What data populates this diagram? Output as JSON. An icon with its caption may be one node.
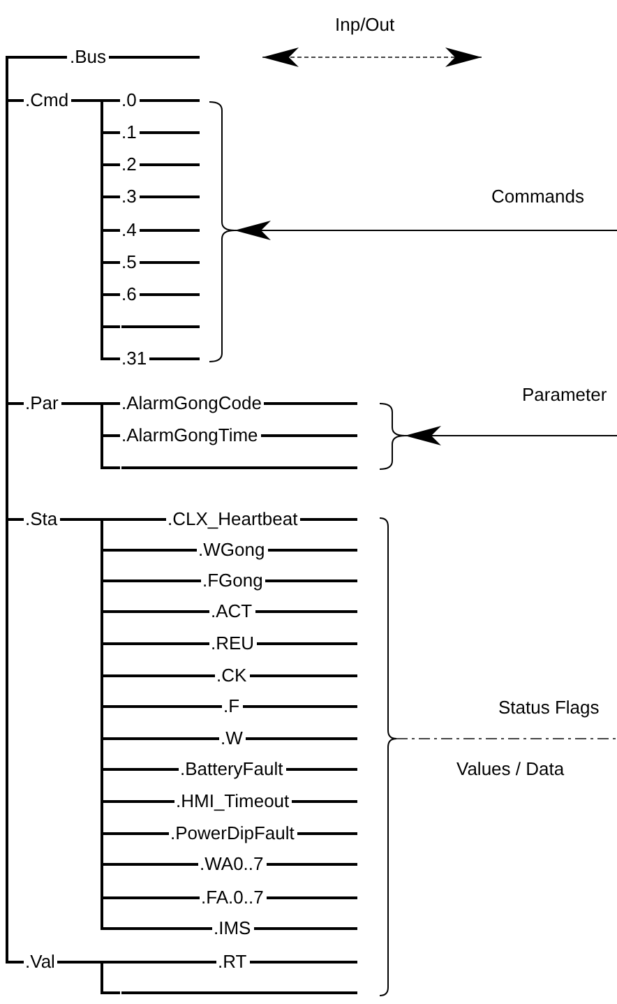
{
  "diagram": {
    "nodes": [
      {
        "text": [
          ".Bus"
        ]
      },
      {
        "text": [
          ".Cmd"
        ]
      },
      {
        "text": [
          ".0"
        ]
      },
      {
        "text": [
          ".1"
        ]
      },
      {
        "text": [
          ".2"
        ]
      },
      {
        "text": [
          ".3"
        ]
      },
      {
        "text": [
          ".4"
        ]
      },
      {
        "text": [
          ".5"
        ]
      },
      {
        "text": [
          ".6"
        ]
      },
      {
        "text": [],
        "shape": "line"
      },
      {
        "text": [
          ".31"
        ]
      },
      {
        "text": [
          ".Par"
        ]
      },
      {
        "text": [
          ".AlarmGongCode"
        ]
      },
      {
        "text": [
          ".AlarmGongTime"
        ]
      },
      {
        "text": [],
        "shape": "line"
      },
      {
        "text": [
          ".Sta"
        ]
      },
      {
        "text": [
          ".CLX_Heartbeat"
        ]
      },
      {
        "text": [
          ".WGong"
        ]
      },
      {
        "text": [
          ".FGong"
        ]
      },
      {
        "text": [
          ".ACT"
        ]
      },
      {
        "text": [
          ".REU"
        ]
      },
      {
        "text": [
          ".CK"
        ]
      },
      {
        "text": [
          ".F"
        ]
      },
      {
        "text": [
          ".W"
        ]
      },
      {
        "text": [
          ".BatteryFault"
        ]
      },
      {
        "text": [
          ".HMI_Timeout"
        ]
      },
      {
        "text": [
          ".PowerDipFault"
        ]
      },
      {
        "text": [
          ".WA0..7"
        ]
      },
      {
        "text": [
          ".FA.0..7"
        ]
      },
      {
        "text": [
          ".IMS"
        ]
      },
      {
        "text": [
          ".Val"
        ]
      },
      {
        "text": [
          ".RT"
        ]
      },
      {
        "text": [],
        "shape": "line"
      },
      {
        "text": [],
        "shape": "brace"
      },
      {
        "text": [],
        "shape": "brace"
      },
      {
        "text": [],
        "shape": "brace"
      }
    ],
    "edges": [
      {
        "from": 0,
        "to": 1,
        "arrow": "none"
      },
      {
        "from": 0,
        "to": 11,
        "arrow": "none"
      },
      {
        "from": 0,
        "to": 15,
        "arrow": "none"
      },
      {
        "from": 0,
        "to": 30,
        "arrow": "none"
      },
      {
        "from": 1,
        "to": 2,
        "arrow": "none"
      },
      {
        "from": 1,
        "to": 3,
        "arrow": "none"
      },
      {
        "from": 1,
        "to": 4,
        "arrow": "none"
      },
      {
        "from": 1,
        "to": 5,
        "arrow": "none"
      },
      {
        "from": 1,
        "to": 6,
        "arrow": "none"
      },
      {
        "from": 1,
        "to": 7,
        "arrow": "none"
      },
      {
        "from": 1,
        "to": 8,
        "arrow": "none"
      },
      {
        "from": 1,
        "to": 9,
        "arrow": "none"
      },
      {
        "from": 1,
        "to": 10,
        "arrow": "none"
      },
      {
        "from": 11,
        "to": 12,
        "arrow": "none"
      },
      {
        "from": 11,
        "to": 13,
        "arrow": "none"
      },
      {
        "from": 11,
        "to": 14,
        "arrow": "none"
      },
      {
        "from": 15,
        "to": 16,
        "arrow": "none"
      },
      {
        "from": 15,
        "to": 17,
        "arrow": "none"
      },
      {
        "from": 15,
        "to": 18,
        "arrow": "none"
      },
      {
        "from": 15,
        "to": 19,
        "arrow": "none"
      },
      {
        "from": 15,
        "to": 20,
        "arrow": "none"
      },
      {
        "from": 15,
        "to": 21,
        "arrow": "none"
      },
      {
        "from": 15,
        "to": 22,
        "arrow": "none"
      },
      {
        "from": 15,
        "to": 23,
        "arrow": "none"
      },
      {
        "from": 15,
        "to": 24,
        "arrow": "none"
      },
      {
        "from": 15,
        "to": 25,
        "arrow": "none"
      },
      {
        "from": 15,
        "to": 26,
        "arrow": "none"
      },
      {
        "from": 15,
        "to": 27,
        "arrow": "none"
      },
      {
        "from": 15,
        "to": 28,
        "arrow": "none"
      },
      {
        "from": 15,
        "to": 29,
        "arrow": "none"
      },
      {
        "from": 30,
        "to": 31,
        "arrow": "none"
      },
      {
        "from": 30,
        "to": 32,
        "arrow": "none"
      },
      {
        "from": null,
        "to": 33,
        "arrow": "to",
        "label": "Commands"
      },
      {
        "from": null,
        "to": 34,
        "arrow": "to",
        "label": "Parameter"
      },
      {
        "from": 35,
        "to": null,
        "arrow": "none",
        "label": "Status Flags",
        "style": "dashed"
      }
    ],
    "labels": [
      "Inp/Out",
      "Values / Data"
    ]
  }
}
